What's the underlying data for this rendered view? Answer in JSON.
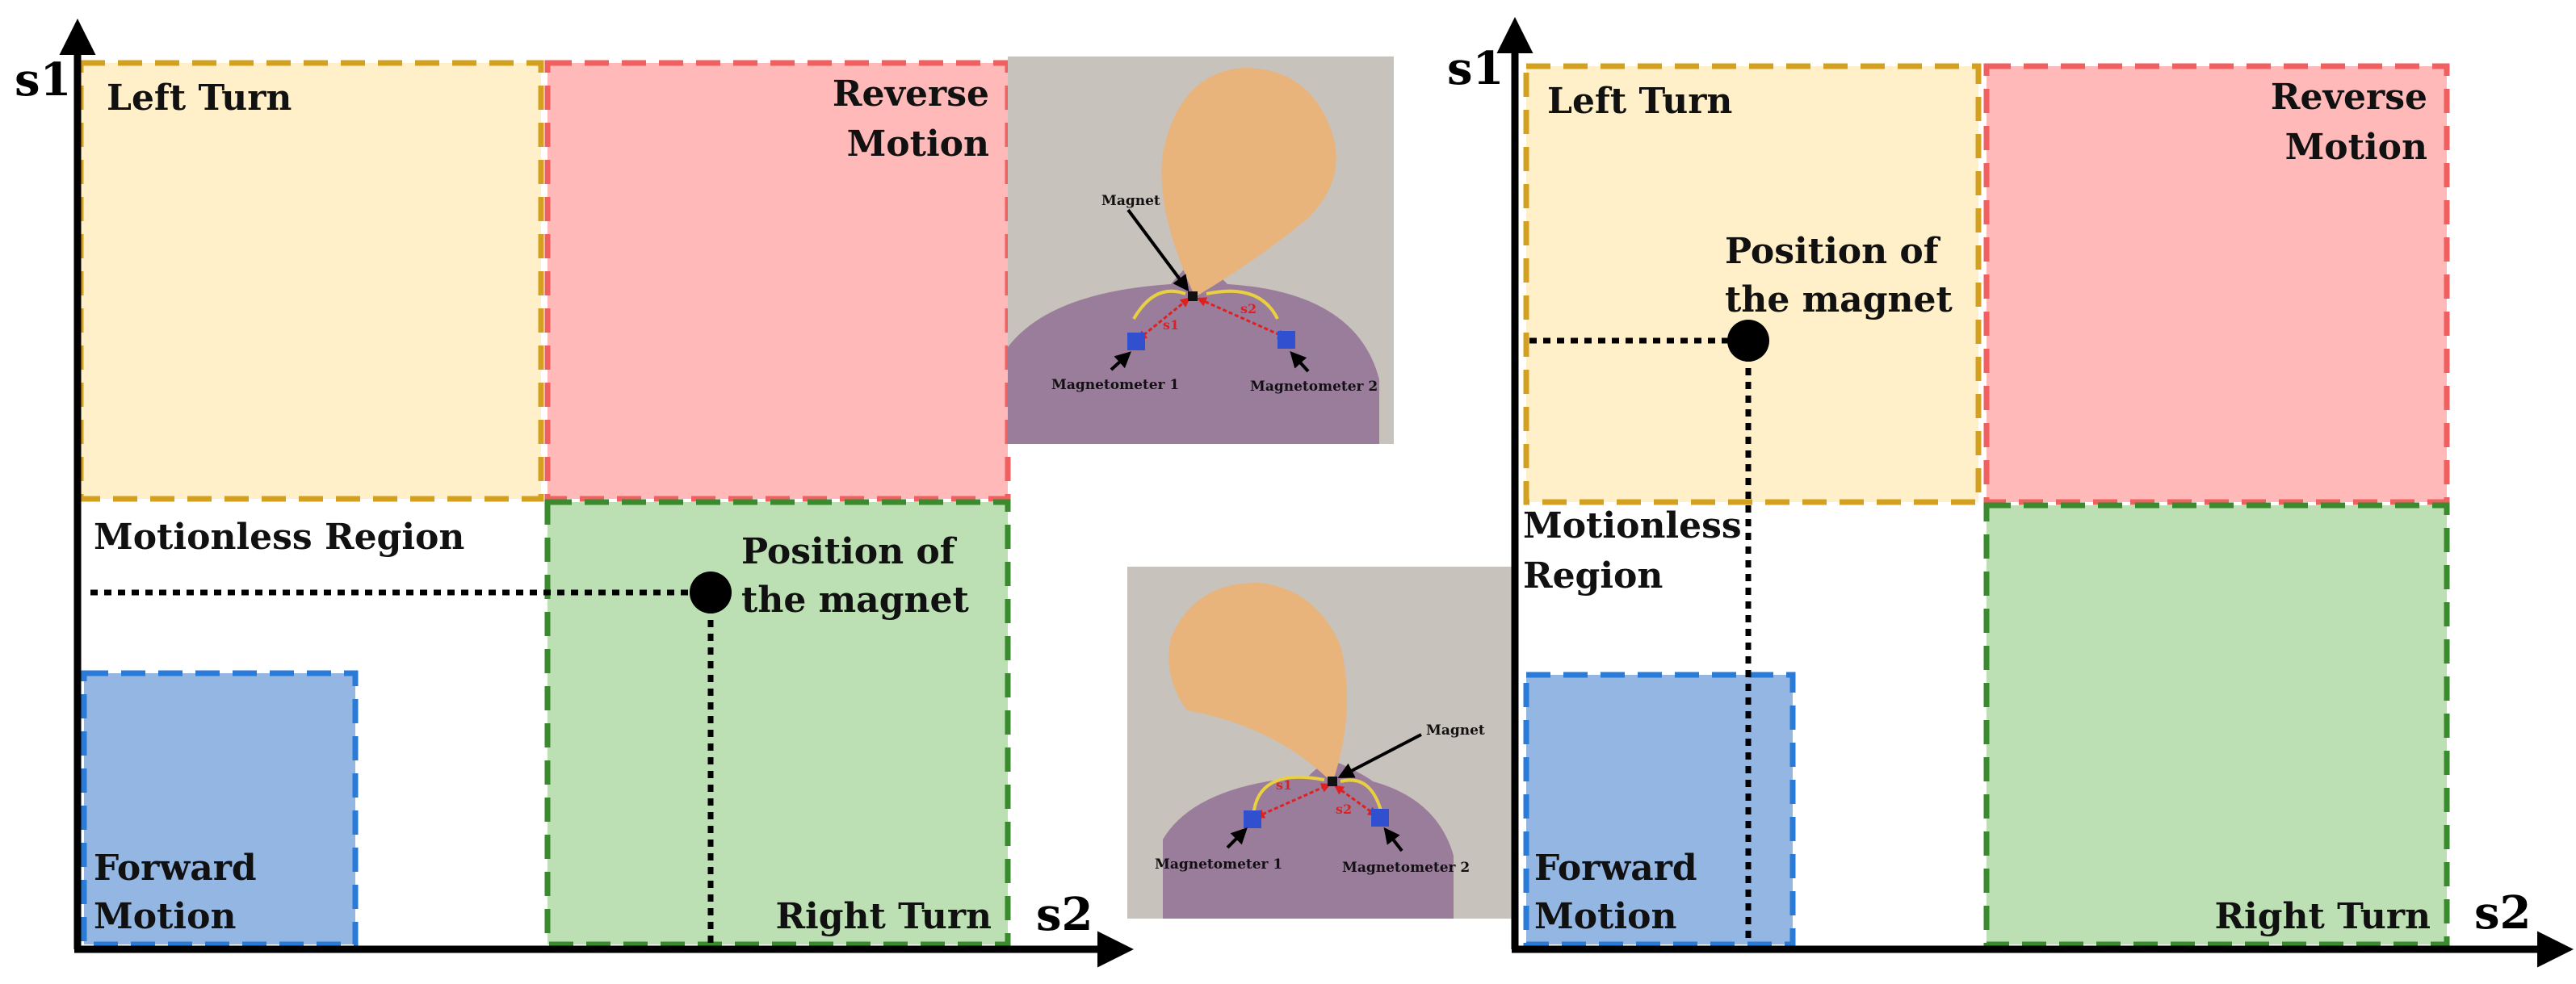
{
  "colors": {
    "left_turn_fill": "#fff0c9",
    "left_turn_border": "#d4a020",
    "reverse_fill": "#ffb9b9",
    "reverse_border": "#f06060",
    "right_turn_fill": "#bce0b4",
    "right_turn_border": "#3a8a2e",
    "forward_fill": "#93b6e2",
    "forward_border": "#2a7ad8",
    "inset_bg": "#c7c2bc",
    "head": "#e8b47c",
    "body": "#9a7d9a",
    "sensor": "#3050d0",
    "distance_line": "#e02020",
    "arc": "#e8d040"
  },
  "left_panel": {
    "axis_y_label": "s1",
    "axis_x_label": "s2",
    "regions": {
      "left_turn": "Left Turn",
      "reverse_line1": "Reverse",
      "reverse_line2": "Motion",
      "motionless": "Motionless Region",
      "forward_line1": "Forward",
      "forward_line2": "Motion",
      "right_turn": "Right Turn"
    },
    "magnet_label_line1": "Position of",
    "magnet_label_line2": "the magnet"
  },
  "right_panel": {
    "axis_y_label": "s1",
    "axis_x_label": "s2",
    "regions": {
      "left_turn": "Left Turn",
      "reverse_line1": "Reverse",
      "reverse_line2": "Motion",
      "motionless_line1": "Motionless",
      "motionless_line2": "Region",
      "forward_line1": "Forward",
      "forward_line2": "Motion",
      "right_turn": "Right Turn"
    },
    "magnet_label_line1": "Position of",
    "magnet_label_line2": "the magnet"
  },
  "inset_top": {
    "magnet": "Magnet",
    "s1": "s1",
    "s2": "s2",
    "sensor1": "Magnetometer 1",
    "sensor2": "Magnetometer 2",
    "icon": "head-tilted-right-icon"
  },
  "inset_bottom": {
    "magnet": "Magnet",
    "s1": "s1",
    "s2": "s2",
    "sensor1": "Magnetometer 1",
    "sensor2": "Magnetometer 2",
    "icon": "head-tilted-left-icon"
  }
}
